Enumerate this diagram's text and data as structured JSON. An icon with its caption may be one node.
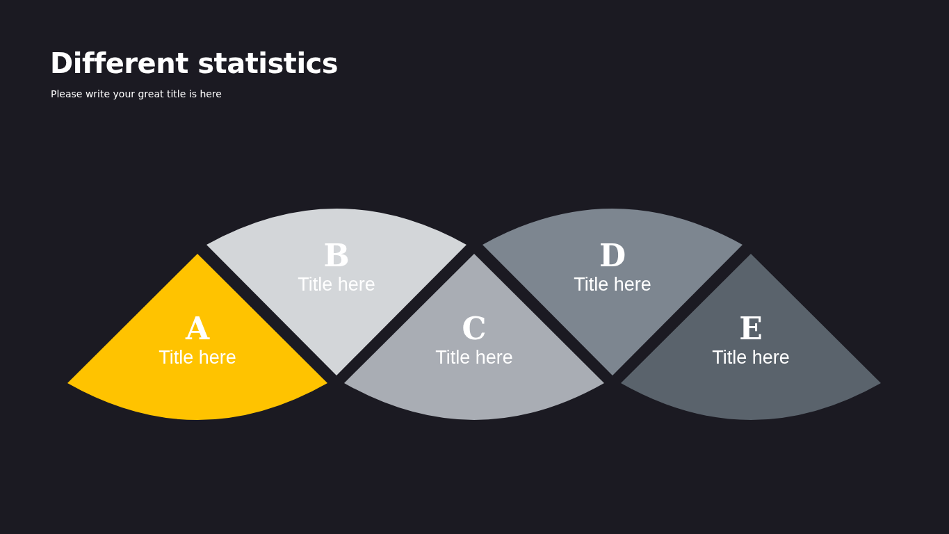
{
  "diagram": {
    "title": "Different statistics",
    "caption": "Please write your great title is here",
    "nodes": [
      {
        "text": [
          "A",
          "Title here"
        ]
      },
      {
        "text": [
          "B",
          "Title here"
        ]
      },
      {
        "text": [
          "C",
          "Title here"
        ]
      },
      {
        "text": [
          "D",
          "Title here"
        ]
      },
      {
        "text": [
          "E",
          "Title here"
        ]
      }
    ],
    "edges": []
  }
}
